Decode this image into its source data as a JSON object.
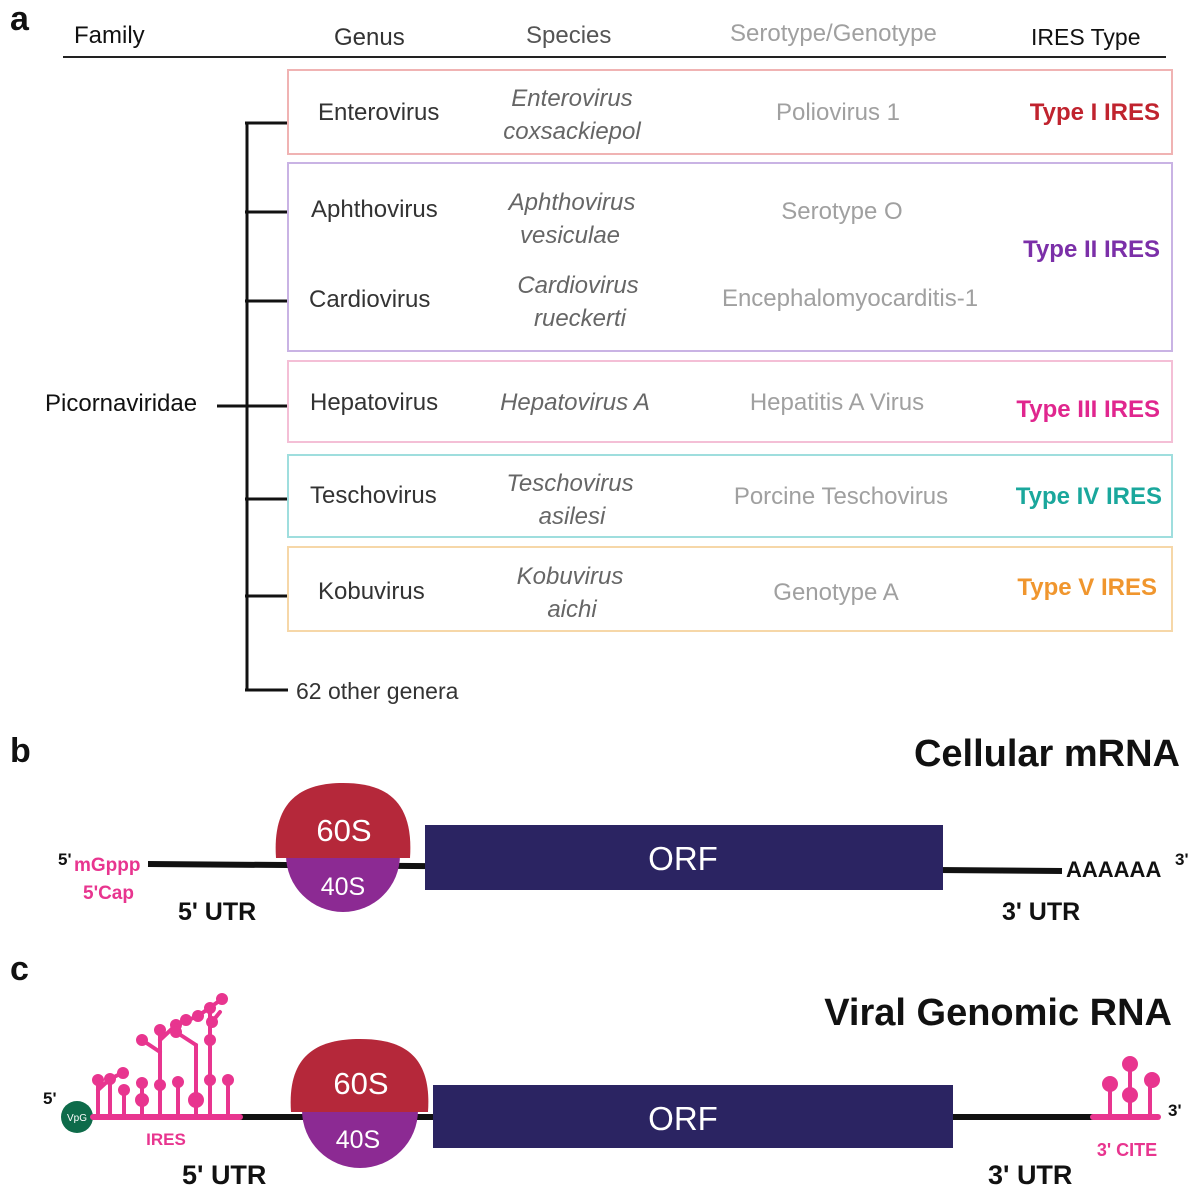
{
  "panel_a": {
    "letter": "a",
    "headers": {
      "family": "Family",
      "genus": "Genus",
      "species": "Species",
      "serotype": "Serotype/Genotype",
      "ires": "IRES Type"
    },
    "family": "Picornaviridae",
    "rows": [
      {
        "genus": "Enterovirus",
        "species_1": "Enterovirus",
        "species_2": "coxsackiepol",
        "serotype": "Poliovirus 1"
      },
      {
        "genus": "Aphthovirus",
        "species_1": "Aphthovirus",
        "species_2": "vesiculae",
        "serotype": "Serotype O"
      },
      {
        "genus": "Cardiovirus",
        "species_1": "Cardiovirus",
        "species_2": "rueckerti",
        "serotype": "Encephalomyocarditis-1"
      },
      {
        "genus": "Hepatovirus",
        "species_1": "Hepatovirus A",
        "species_2": "",
        "serotype": "Hepatitis A Virus"
      },
      {
        "genus": "Teschovirus",
        "species_1": "Teschovirus",
        "species_2": "asilesi",
        "serotype": "Porcine Teschovirus"
      },
      {
        "genus": "Kobuvirus",
        "species_1": "Kobuvirus",
        "species_2": "aichi",
        "serotype": "Genotype A"
      }
    ],
    "ires_types": [
      {
        "label": "Type I IRES",
        "color": "#c0232e"
      },
      {
        "label": "Type II IRES",
        "color": "#7b2fa8"
      },
      {
        "label": "Type III IRES",
        "color": "#e0268e"
      },
      {
        "label": "Type IV IRES",
        "color": "#1aa79c"
      },
      {
        "label": "Type V IRES",
        "color": "#f0962e"
      }
    ],
    "other_genera": "62 other genera"
  },
  "panel_b": {
    "letter": "b",
    "title": "Cellular mRNA",
    "five_prime": "5'",
    "cap_1": "mGppp",
    "cap_2": "5'Cap",
    "ribo_large": "60S",
    "ribo_small": "40S",
    "orf": "ORF",
    "utr5": "5' UTR",
    "utr3": "3' UTR",
    "polya": "AAAAAA",
    "three_prime": "3'"
  },
  "panel_c": {
    "letter": "c",
    "title": "Viral Genomic RNA",
    "five_prime": "5'",
    "vpg": "VpG",
    "ires": "IRES",
    "ribo_large": "60S",
    "ribo_small": "40S",
    "orf": "ORF",
    "utr5": "5' UTR",
    "utr3": "3' UTR",
    "cite": "3' CITE",
    "three_prime": "3'"
  },
  "colors": {
    "orf": "#2b2462",
    "ribo_large": "#b5283a",
    "ribo_small": "#8c2a93",
    "pink": "#e8358f",
    "vpg": "#0e6b4a",
    "dark_text": "#333333",
    "grey_text": "#999999"
  }
}
